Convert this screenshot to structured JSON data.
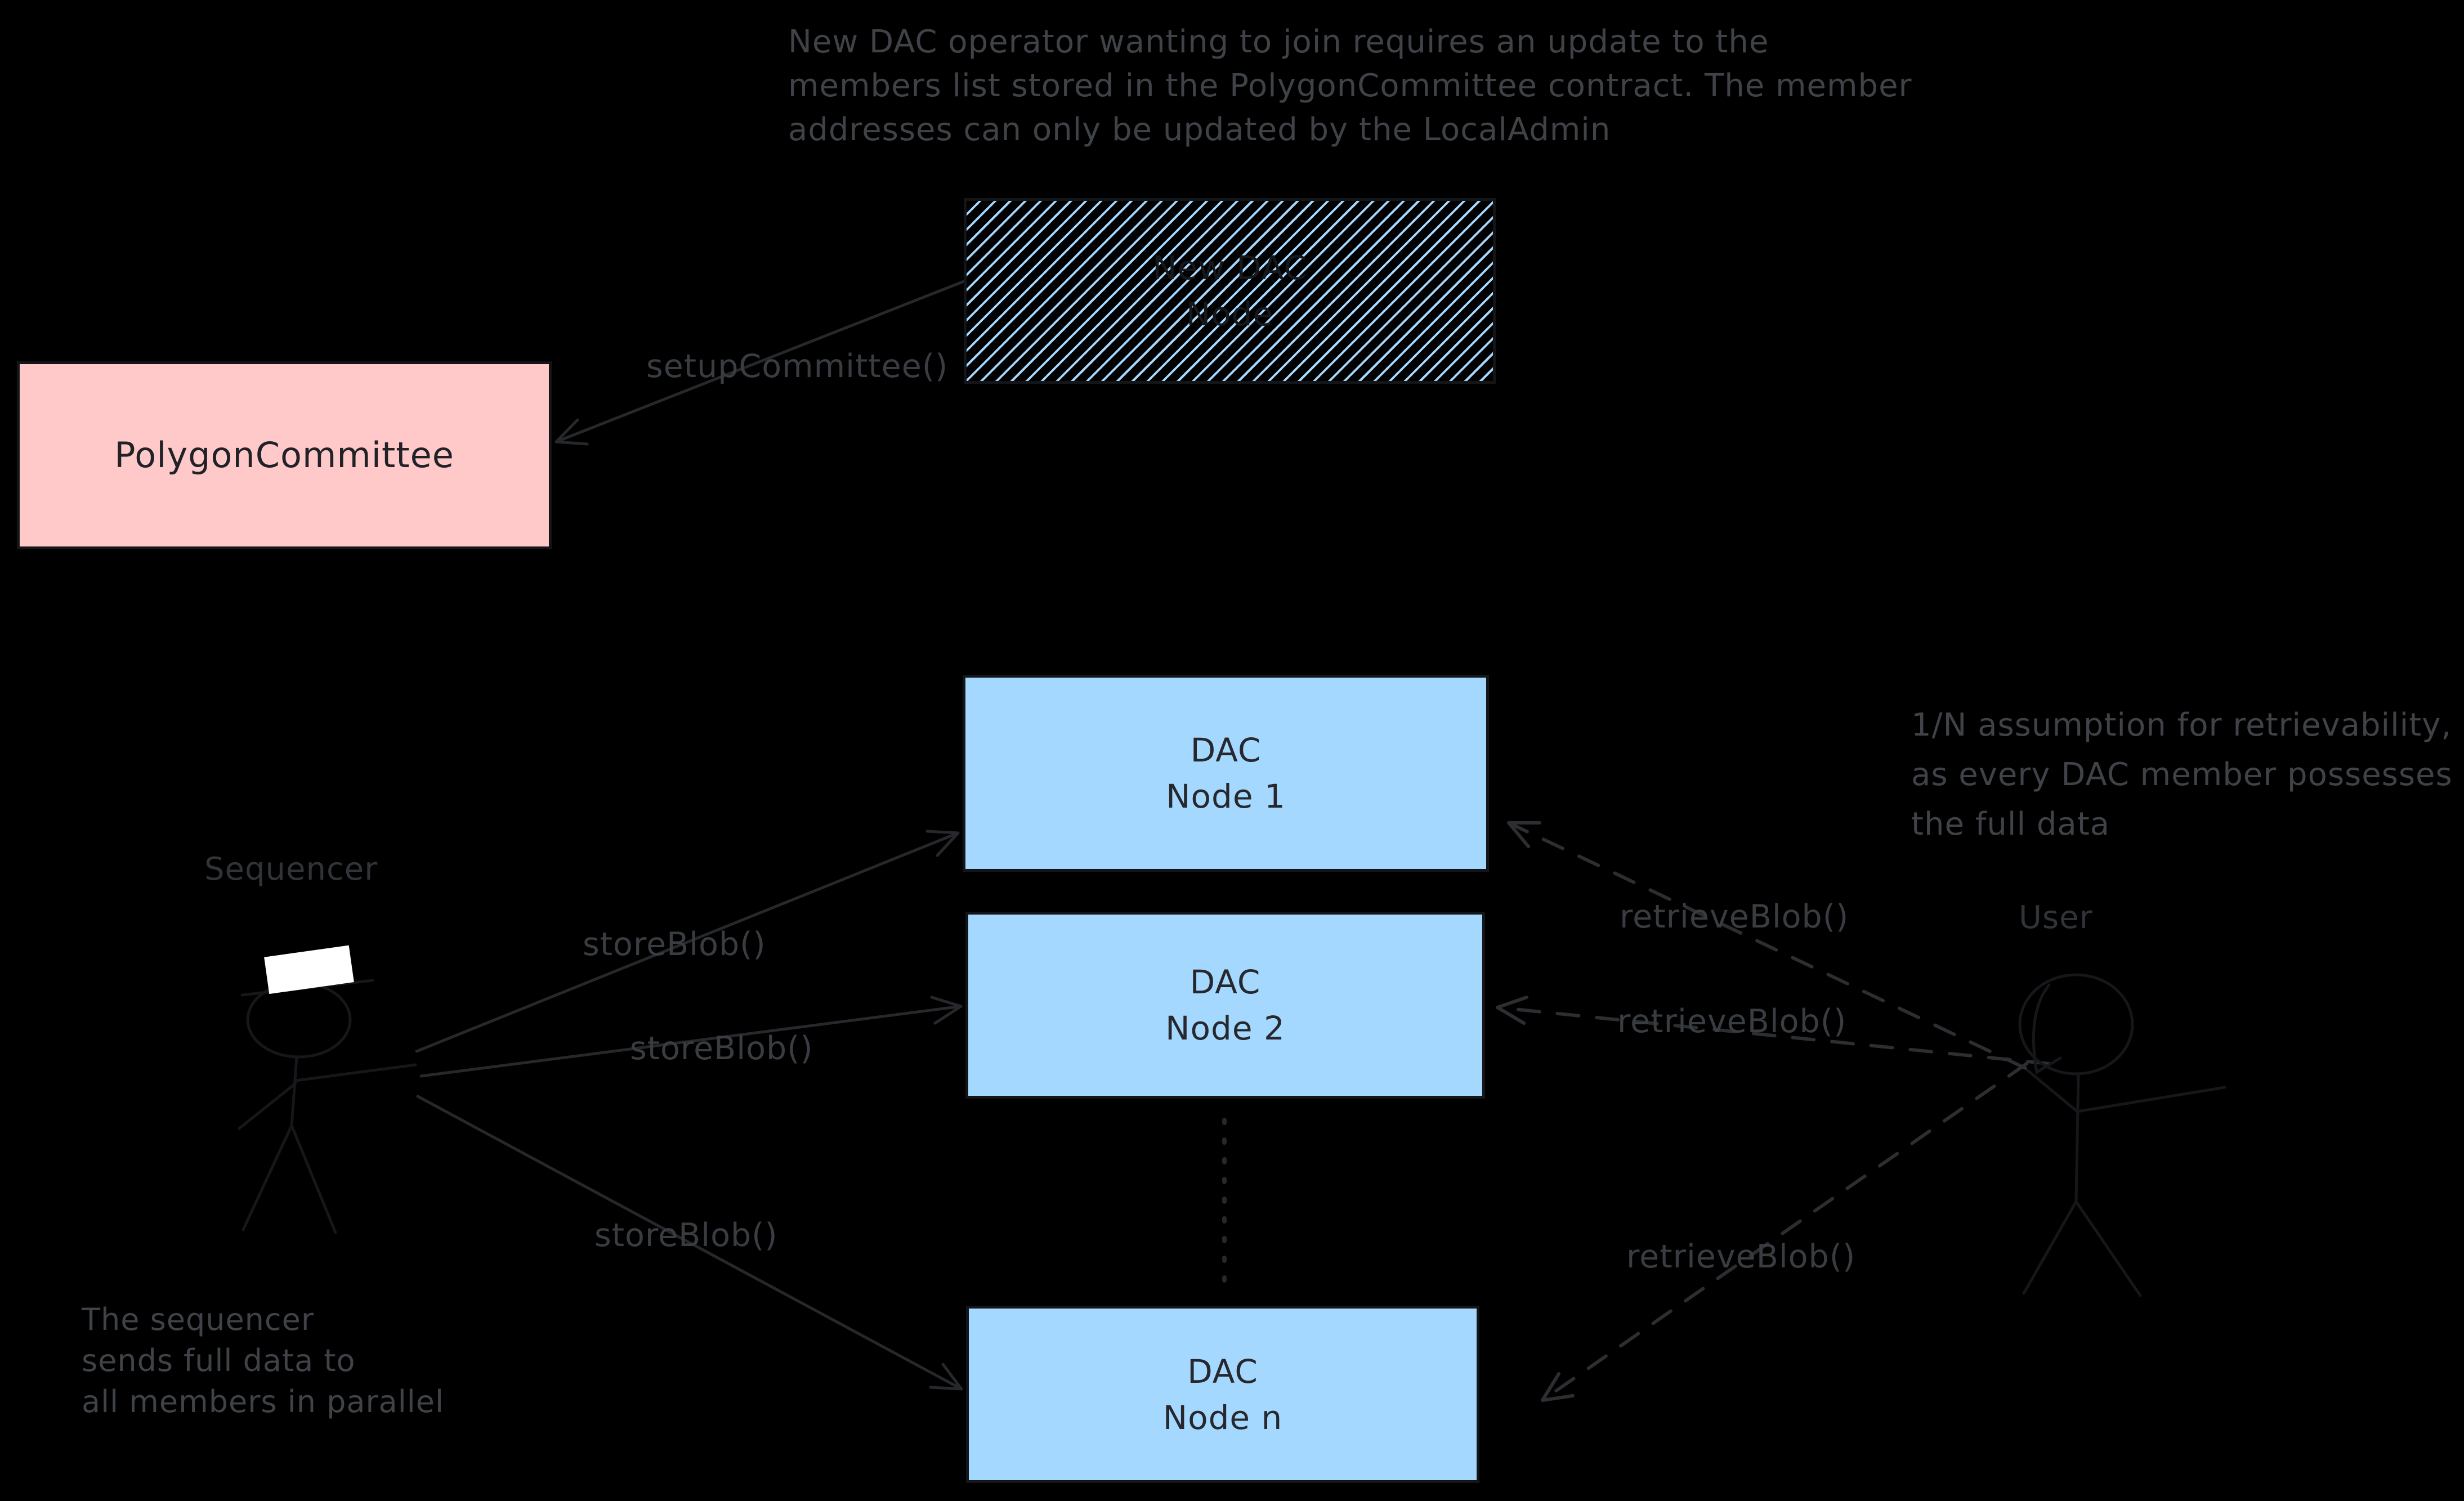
{
  "colors": {
    "canvas_background": "#000000",
    "dac_node_fill": "#a5d8ff",
    "committee_fill": "#ffc9c9",
    "hatch_line": "#a5d8ff",
    "ink_stroke": "#26282c",
    "note_text": "#3f4247"
  },
  "notes": {
    "join_requirement": {
      "lines": [
        "New DAC operator wanting to join requires an update to the",
        "members list stored in the PolygonCommittee contract. The member",
        "addresses can only be updated by the LocalAdmin"
      ]
    },
    "retrievability": {
      "lines": [
        "1/N assumption for retrievability,",
        "as every DAC member possesses",
        "the full data"
      ]
    },
    "sequencer_broadcast": {
      "lines": [
        "The sequencer",
        "sends full data to",
        "all members in parallel"
      ]
    }
  },
  "actors": {
    "sequencer": {
      "label": "Sequencer",
      "icon": "stick-figure-with-hat-icon"
    },
    "user": {
      "label": "User",
      "icon": "stick-figure-icon"
    }
  },
  "boxes": {
    "new_dac_node": {
      "lines": [
        "New DAC",
        "Node"
      ],
      "fill_style": "hachure"
    },
    "polygon_committee": {
      "label": "PolygonCommittee"
    },
    "dac_node_1": {
      "lines": [
        "DAC",
        "Node 1"
      ]
    },
    "dac_node_2": {
      "lines": [
        "DAC",
        "Node 2"
      ]
    },
    "dac_node_n": {
      "lines": [
        "DAC",
        "Node n"
      ]
    }
  },
  "edges": {
    "setup_committee": {
      "label": "setupCommittee()",
      "style": "solid-arrow"
    },
    "store_blob_1": {
      "label": "storeBlob()",
      "style": "solid-arrow"
    },
    "store_blob_2": {
      "label": "storeBlob()",
      "style": "solid-arrow"
    },
    "store_blob_3": {
      "label": "storeBlob()",
      "style": "solid-arrow"
    },
    "retrieve_blob_1": {
      "label": "retrieveBlob()",
      "style": "dashed-arrow"
    },
    "retrieve_blob_2": {
      "label": "retrieveBlob()",
      "style": "dashed-arrow"
    },
    "retrieve_blob_3": {
      "label": "retrieveBlob()",
      "style": "dashed-arrow"
    },
    "node_ellipsis": {
      "style": "dotted-line"
    }
  }
}
